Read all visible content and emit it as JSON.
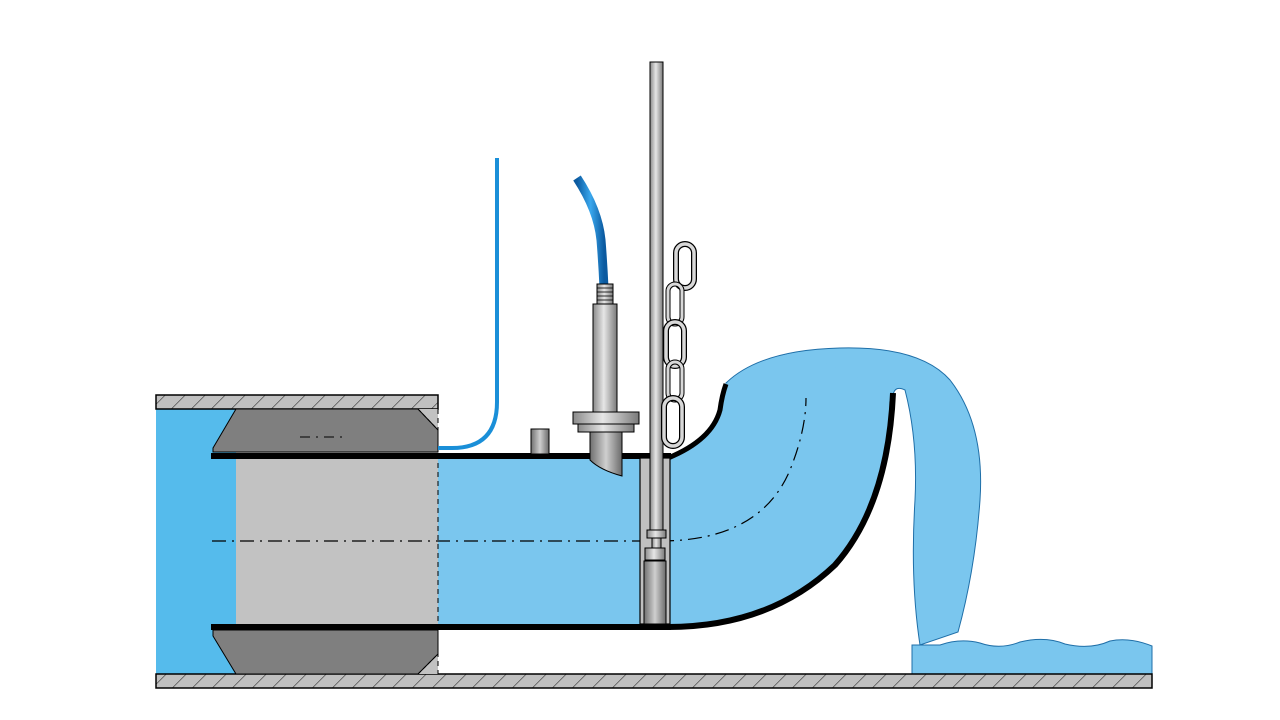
{
  "diagram": {
    "colors": {
      "background": "#ffffff",
      "water_inlet": "#55bbec",
      "water_flow": "#7ac6ee",
      "pipe_outline": "#000000",
      "pipe_wall_fill": "#c0c0c0",
      "plug_fill": "#7f7f7f",
      "plug_core": "#c2c2c2",
      "sensor_metal": "#b8b8b8",
      "cable_blue": "#1a8fd8",
      "chain_metal": "#d0d0d0"
    },
    "components": [
      "channel-floor",
      "upper-pipe-wall",
      "inlet-water",
      "sealing-plug",
      "measuring-pipe",
      "outlet-bend",
      "free-fall-jet",
      "downstream-water",
      "ultrasonic-level-sensor",
      "signal-cable",
      "sensor-cable",
      "support-rod",
      "chain",
      "pressure-probe",
      "pipe-centerline"
    ]
  }
}
